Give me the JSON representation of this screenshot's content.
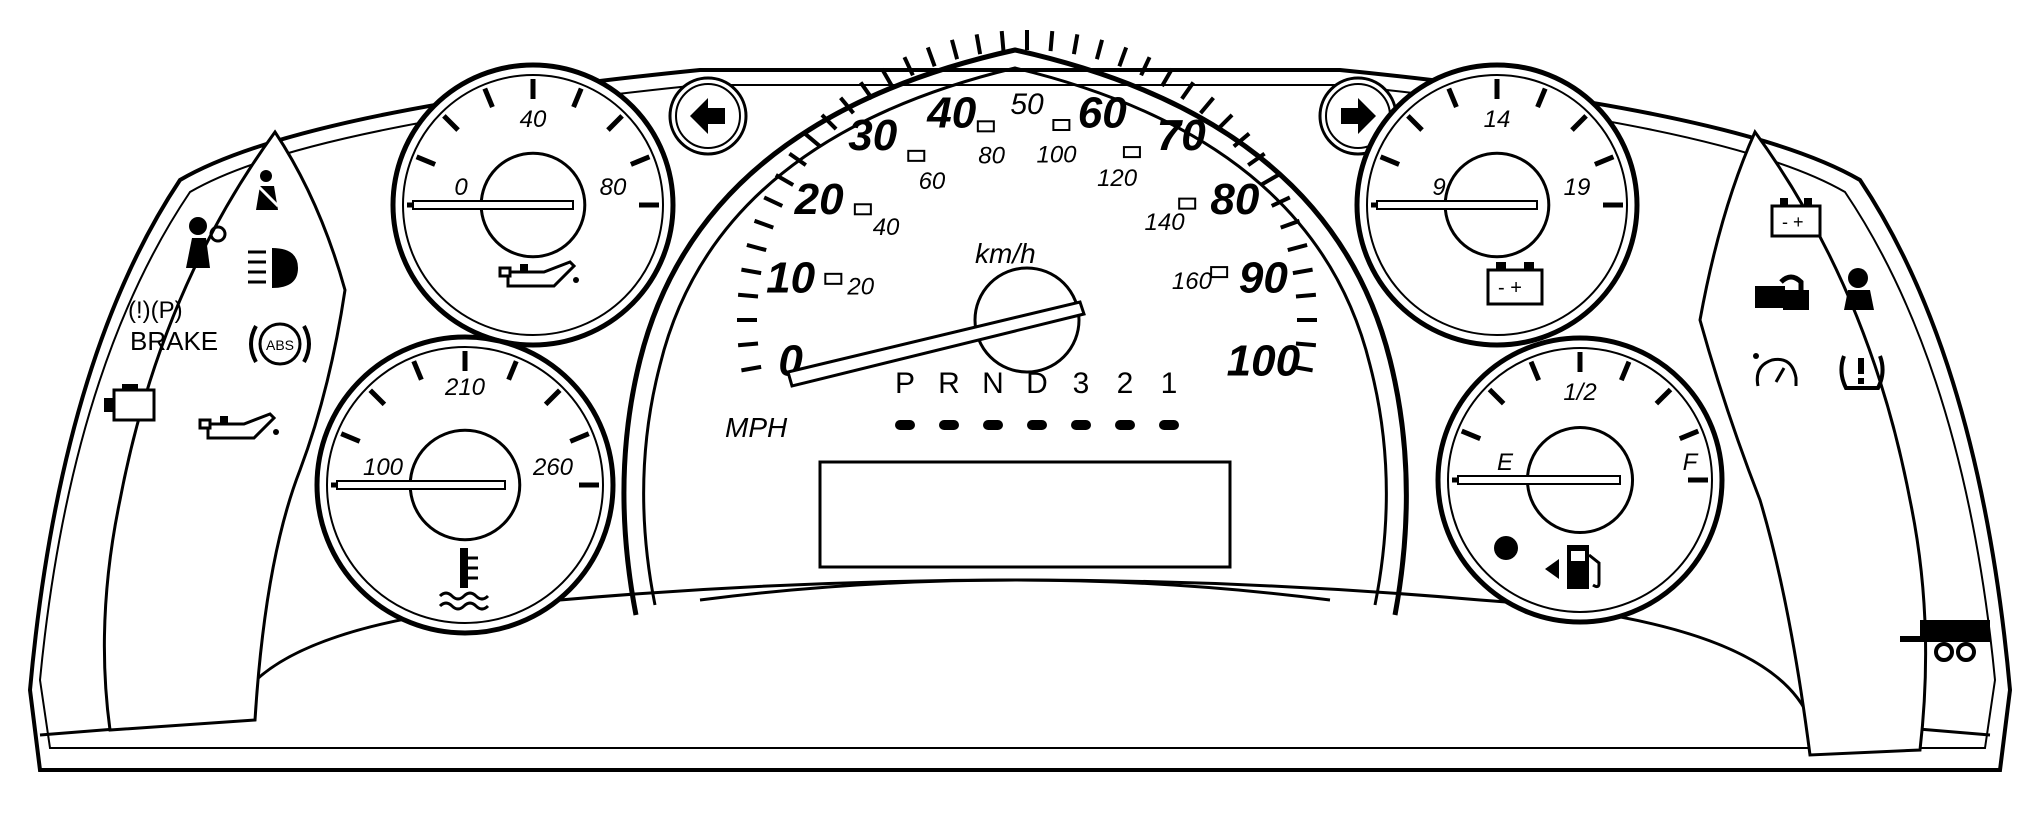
{
  "speedometer": {
    "mph_labels": [
      "0",
      "10",
      "20",
      "30",
      "40",
      "50",
      "60",
      "70",
      "80",
      "90",
      "100"
    ],
    "kmh_labels": [
      "20",
      "40",
      "60",
      "80",
      "100",
      "120",
      "140",
      "160"
    ],
    "kmh_unit": "km/h",
    "mph_unit": "MPH",
    "prndl": [
      "P",
      "R",
      "N",
      "D",
      "3",
      "2",
      "1"
    ],
    "needle_value_mph": 0
  },
  "oil_pressure": {
    "labels": [
      "0",
      "40",
      "80"
    ],
    "icon": "oil-can-icon"
  },
  "coolant_temp": {
    "labels": [
      "100",
      "210",
      "260"
    ],
    "icon": "thermometer-icon"
  },
  "voltmeter": {
    "labels": [
      "9",
      "14",
      "19"
    ],
    "icon": "battery-icon"
  },
  "fuel": {
    "labels": [
      "E",
      "1/2",
      "F"
    ],
    "icon": "fuel-pump-icon"
  },
  "left_indicators": {
    "brake_text": "BRAKE",
    "brake_symbols": "(!)(P)",
    "abs_text": "ABS"
  },
  "turn_signals": [
    "left-arrow-icon",
    "right-arrow-icon"
  ],
  "right_indicators": [
    "battery-icon",
    "security-icon",
    "service-icon",
    "cruise-icon",
    "tire-pressure-icon",
    "trailer-icon"
  ]
}
